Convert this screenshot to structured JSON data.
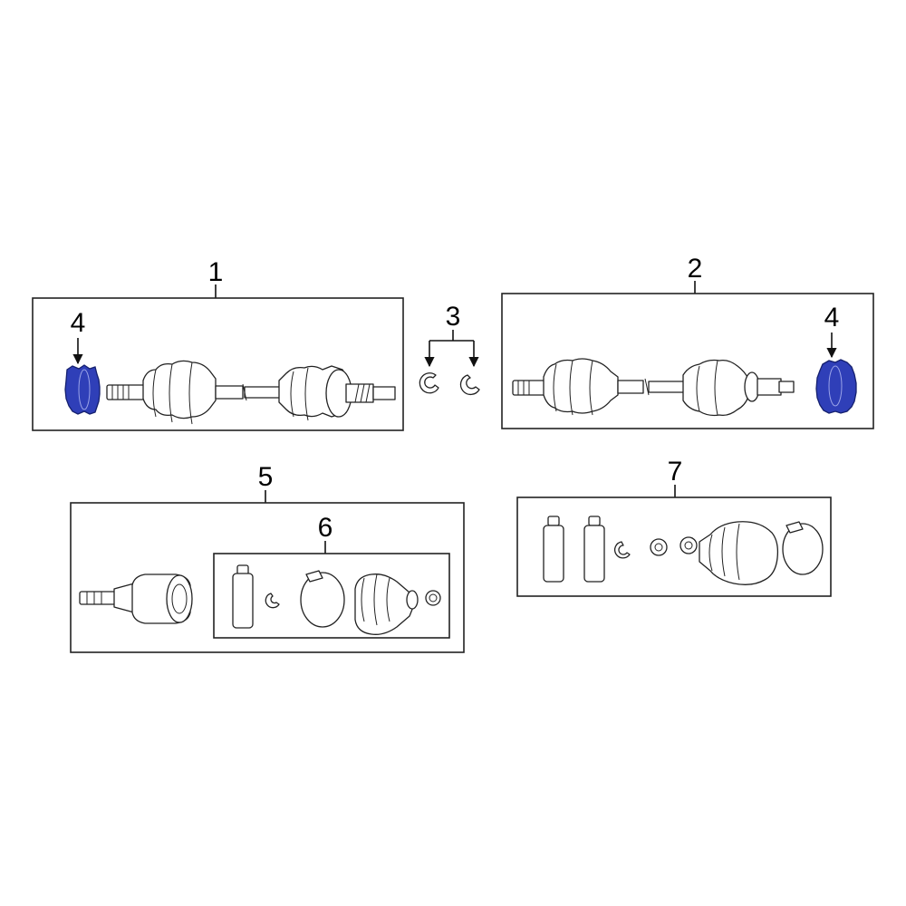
{
  "callouts": {
    "c1": "1",
    "c2": "2",
    "c3": "3",
    "c4_left": "4",
    "c4_right": "4",
    "c5": "5",
    "c6": "6",
    "c7": "7"
  },
  "colors": {
    "highlight": "#2f3fb8",
    "line": "#222222",
    "background": "#ffffff"
  }
}
